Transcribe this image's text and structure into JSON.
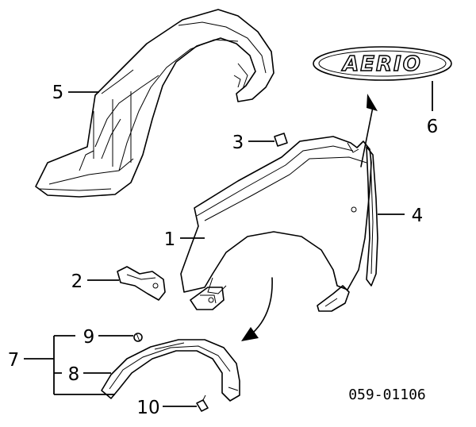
{
  "diagram": {
    "emblem_text": "AERIO",
    "drawing_code": "059-01106",
    "callouts": {
      "c1": "1",
      "c2": "2",
      "c3": "3",
      "c4": "4",
      "c5": "5",
      "c6": "6",
      "c7": "7",
      "c8": "8",
      "c9": "9",
      "c10": "10"
    }
  }
}
